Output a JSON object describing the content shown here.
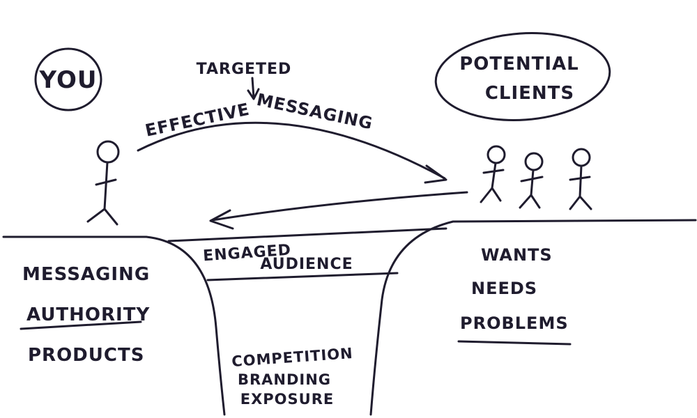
{
  "you": {
    "label": "YOU"
  },
  "clients": {
    "label_line1": "POTENTIAL",
    "label_line2": "CLIENTS"
  },
  "messaging": {
    "targeted": "TARGETED",
    "effective": "EFFECTIVE",
    "messaging": "MESSAGING"
  },
  "bridge": {
    "line1": "ENGAGED",
    "line2": "AUDIENCE"
  },
  "left_side": {
    "items": [
      "MESSAGING",
      "AUTHORITY",
      "PRODUCTS"
    ]
  },
  "right_side": {
    "items": [
      "WANTS",
      "NEEDS",
      "PROBLEMS"
    ]
  },
  "gap": {
    "items": [
      "COMPETITION",
      "BRANDING",
      "EXPOSURE"
    ]
  },
  "colors": {
    "ink": "#1f1c2e",
    "background": "#ffffff"
  }
}
